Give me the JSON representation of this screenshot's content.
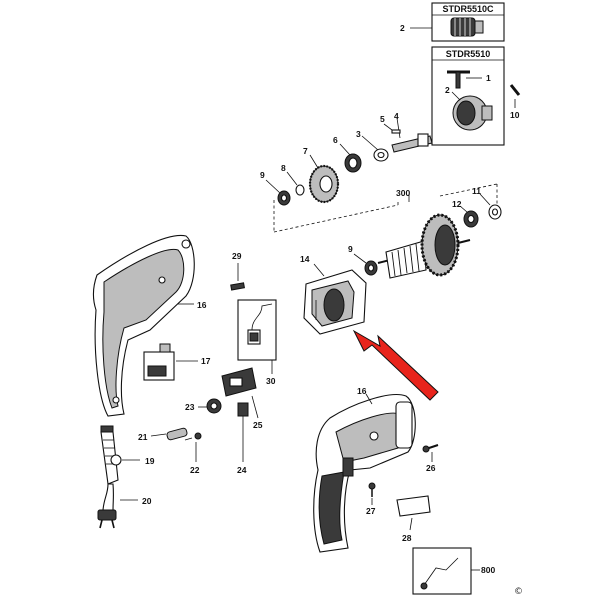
{
  "diagram": {
    "title": "",
    "boxes": {
      "chuck_c": "STDR5510C",
      "chuck": "STDR5510"
    },
    "callouts": {
      "p1": "1",
      "p2a": "2",
      "p2b": "2",
      "p3": "3",
      "p4": "4",
      "p5": "5",
      "p6": "6",
      "p7": "7",
      "p8": "8",
      "p9a": "9",
      "p9b": "9",
      "p10": "10",
      "p11": "11",
      "p12": "12",
      "p14": "14",
      "p16a": "16",
      "p16b": "16",
      "p17": "17",
      "p19": "19",
      "p20": "20",
      "p21": "21",
      "p22": "22",
      "p23": "23",
      "p24": "24",
      "p25": "25",
      "p26": "26",
      "p27": "27",
      "p28": "28",
      "p29": "29",
      "p30": "30",
      "p300": "300",
      "p800": "800"
    },
    "copyright": "©",
    "colors": {
      "line": "#111111",
      "arrow": "#e8241c",
      "fill_dark": "#3a3a3a",
      "fill_grey": "#bdbdbd"
    }
  }
}
